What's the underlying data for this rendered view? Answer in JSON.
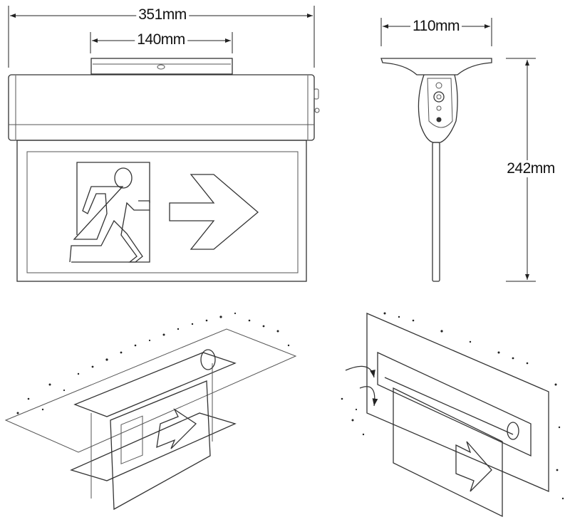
{
  "dimensions": {
    "overall_width": "351mm",
    "bracket_width": "140mm",
    "depth": "110mm",
    "height": "242mm"
  },
  "views": [
    "front-view",
    "side-view",
    "ceiling-mount-illustration",
    "wall-mount-illustration"
  ],
  "colors": {
    "line": "#333333",
    "background": "#ffffff"
  }
}
